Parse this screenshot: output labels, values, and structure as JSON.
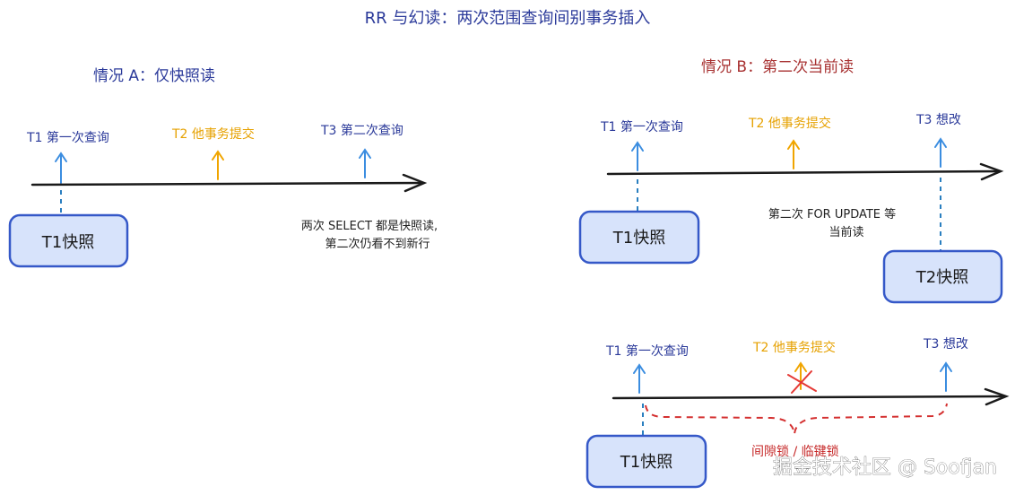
{
  "title": "RR 与幻读：两次范围查询间别事务插入",
  "case_a": {
    "heading": "情况 A：仅快照读",
    "t1_label": "T1 第一次查询",
    "t2_label": "T2 他事务提交",
    "t3_label": "T3 第二次查询",
    "box_label": "T1快照",
    "note_line1": "两次 SELECT 都是快照读,",
    "note_line2": "第二次仍看不到新行"
  },
  "case_b": {
    "heading": "情况 B：第二次当前读",
    "t1_label": "T1 第一次查询",
    "t2_label": "T2 他事务提交",
    "t3_label": "T3 想改",
    "note_line1": "第二次 FOR UPDATE 等",
    "note_line2": "当前读",
    "box_t1_label": "T1快照",
    "box_t2_label": "T2快照"
  },
  "case_c": {
    "t1_label": "T1 第一次查询",
    "t2_label": "T2 他事务提交",
    "t3_label": "T3 想改",
    "lock_label": "间隙锁 / 临键锁",
    "box_label": "T1快照"
  },
  "watermark": "掘金技术社区 @ Soofjan",
  "colors": {
    "title_blue": "#2b3a9a",
    "case_b_red": "#a83232",
    "arrow_blue": "#3b8de0",
    "arrow_orange": "#f0a500",
    "box_fill": "#d7e3fb",
    "box_stroke": "#3558c8",
    "lock_red": "#d43030"
  }
}
